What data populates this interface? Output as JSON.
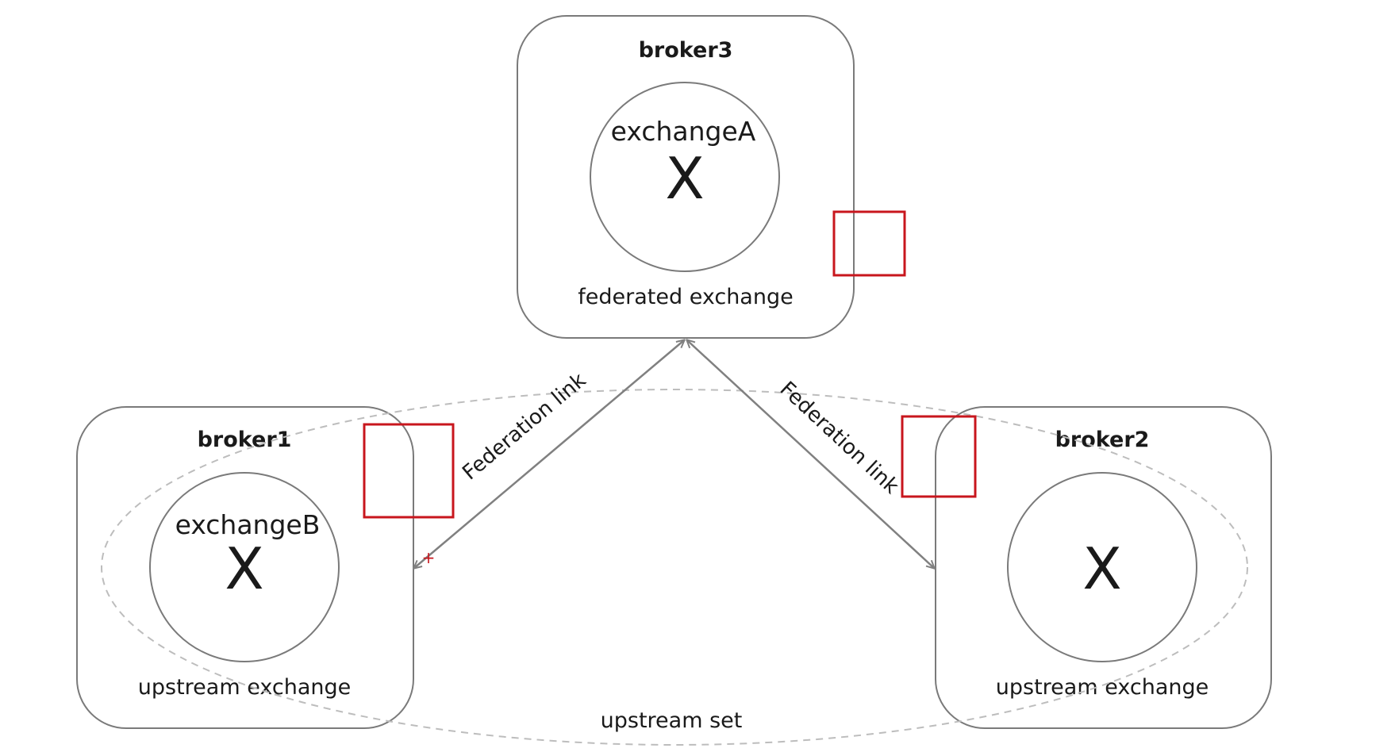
{
  "diagram": {
    "brokers": {
      "broker3": {
        "title": "broker3",
        "exchange_name": "exchangeA",
        "exchange_symbol": "X",
        "role": "federated exchange"
      },
      "broker1": {
        "title": "broker1",
        "exchange_name": "exchangeB",
        "exchange_symbol": "X",
        "role": "upstream exchange"
      },
      "broker2": {
        "title": "broker2",
        "exchange_name": "",
        "exchange_symbol": "X",
        "role": "upstream exchange"
      }
    },
    "links": {
      "left": {
        "label": "Federation link"
      },
      "right": {
        "label": "Federation link"
      }
    },
    "upstream_set_label": "upstream set",
    "marker_symbol": "+",
    "colors": {
      "border": "#7a7a7a",
      "dashed_ellipse": "#bdbdbd",
      "highlight": "#c8161d",
      "text": "#1a1a1a"
    }
  }
}
